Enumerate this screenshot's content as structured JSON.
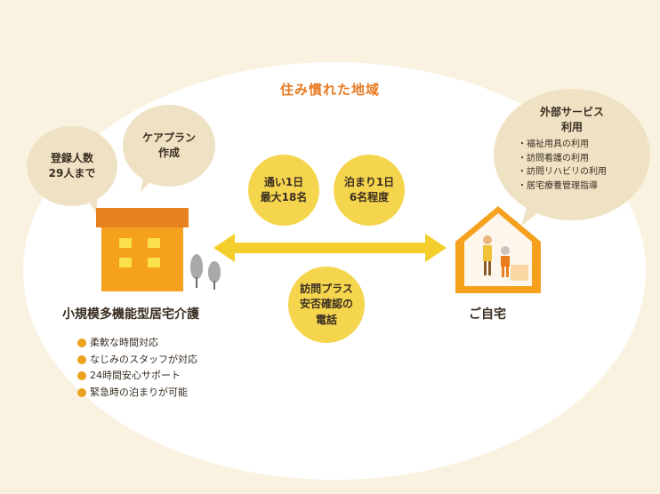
{
  "region_title": "住み慣れた地域",
  "bubbles": {
    "registration": "登録人数\n29人まで",
    "care_plan": "ケアプラン\n作成",
    "day_visit": "通い1日\n最大18名",
    "overnight": "泊まり1日\n6名程度",
    "home_visit": "訪問プラス\n安否確認の\n電話"
  },
  "external_services": {
    "title": "外部サービス\n利用",
    "items": [
      "福祉用具の利用",
      "訪問看護の利用",
      "訪問リハビリの利用",
      "居宅療養管理指導"
    ]
  },
  "facility": {
    "name": "小規模多機能型居宅介護",
    "features": [
      "柔軟な時間対応",
      "なじみのスタッフが対応",
      "24時間安心サポート",
      "緊急時の泊まりが可能"
    ]
  },
  "home": {
    "name": "ご自宅"
  },
  "colors": {
    "background": "#faf2e1",
    "region": "#ffffff",
    "accent_orange": "#e8791f",
    "bubble_beige": "#efe2c4",
    "bubble_yellow": "#f6d54e",
    "arrow_yellow": "#f3ce2c"
  }
}
